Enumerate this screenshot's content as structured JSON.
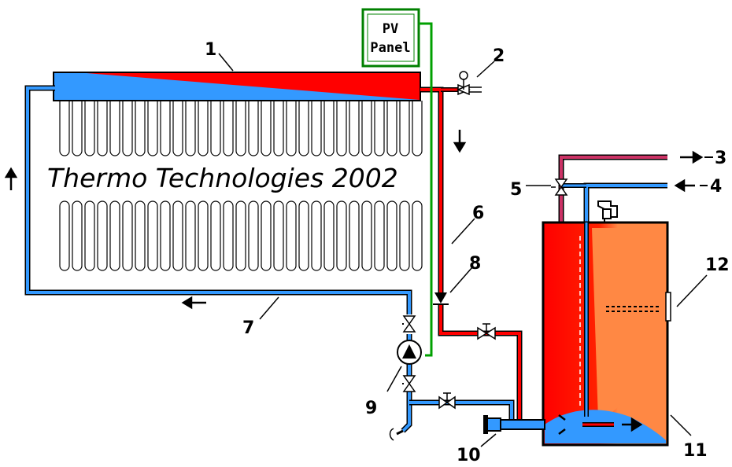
{
  "diagram": {
    "title": "Thermo Technologies 2002",
    "pv_panel": {
      "line1": "PV",
      "line2": "Panel"
    },
    "labels": {
      "l1": "1",
      "l2": "2",
      "l3": "3",
      "l4": "4",
      "l5": "5",
      "l6": "6",
      "l7": "7",
      "l8": "8",
      "l9": "9",
      "l10": "10",
      "l11": "11",
      "l12": "12"
    },
    "colors": {
      "hot": "#ff0000",
      "cold": "#3399ff",
      "warm": "#ff8844",
      "pipe_dark": "#000000",
      "pv_frame": "#008000",
      "pv_wire": "#00a000",
      "outlet_pipe": "#cc3366"
    }
  }
}
